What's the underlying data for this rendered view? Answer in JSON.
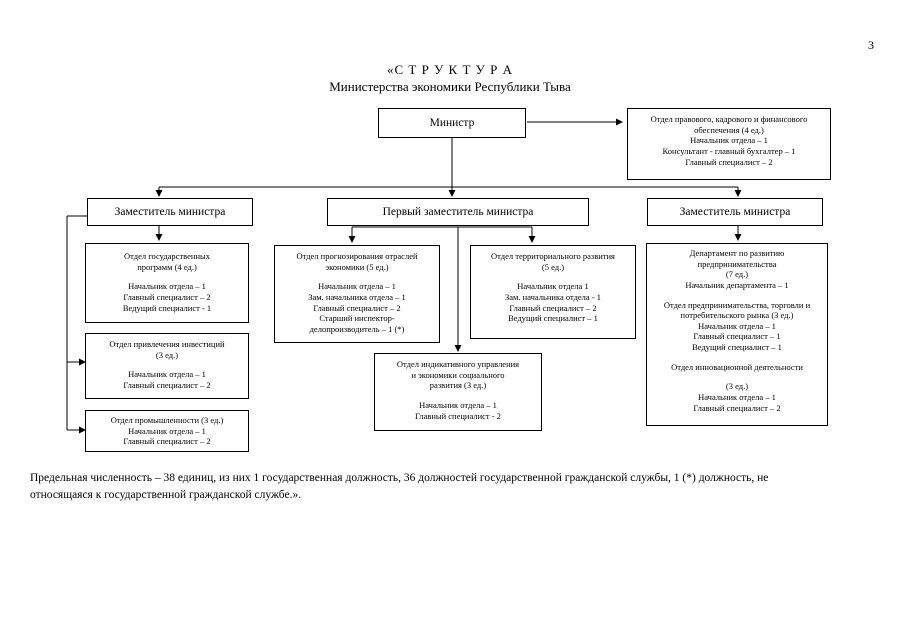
{
  "page_number": "3",
  "title": {
    "line1": "«С Т Р У К Т У Р А",
    "line2": "Министерства экономики Республики Тыва"
  },
  "minister": "Министр",
  "legal_dept": {
    "lines": [
      "Отдел правового, кадрового и  финансового",
      "обеспечения (4 ед.)",
      "Начальник отдела – 1",
      "Консультант - главный бухгалтер – 1",
      "Главный специалист – 2"
    ]
  },
  "deputy_left": "Заместитель министра",
  "first_deputy": "Первый заместитель министра",
  "deputy_right": "Заместитель министра",
  "dept_state_programs": {
    "title": [
      "Отдел государственных",
      "программ (4 ед.)"
    ],
    "staff": [
      "Начальник отдела – 1",
      "Главный специалист – 2",
      "Ведущий специалист - 1"
    ]
  },
  "dept_investment": {
    "title": [
      "Отдел привлечения инвестиций",
      "(3 ед.)"
    ],
    "staff": [
      "Начальник отдела – 1",
      "Главный специалист – 2"
    ]
  },
  "dept_industry": {
    "title": [
      "Отдел промышленности (3 ед.)"
    ],
    "staff": [
      "Начальник отдела – 1",
      "Главный специалист – 2"
    ]
  },
  "dept_forecasting": {
    "title": [
      "Отдел прогнозирования отраслей",
      "экономики (5 ед.)"
    ],
    "staff": [
      "Начальник отдела – 1",
      "Зам. начальника отдела – 1",
      "Главный специалист – 2",
      "Старший инспектор-",
      "делопроизводитель – 1 (*)"
    ]
  },
  "dept_territorial": {
    "title": [
      "Отдел территориального развития",
      "(5 ед.)"
    ],
    "staff": [
      "Начальник отдела    1",
      "Зам. начальника отдела - 1",
      "Главный специалист – 2",
      "Ведущий специалист – 1"
    ]
  },
  "dept_indicative": {
    "title": [
      "Отдел индикативного управления",
      "и экономики социального",
      "развития (3 ед.)"
    ],
    "staff": [
      "Начальник отдела – 1",
      "Главный специалист - 2"
    ]
  },
  "dept_entrepreneurship": {
    "title": [
      "Департамент по развитию",
      "предпринимательства",
      "(7 ед.)"
    ],
    "head": [
      "Начальник департамента – 1"
    ],
    "sub1_title": [
      "Отдел предпринимательства, торговли и",
      "потребительского рынка (3 ед.)"
    ],
    "sub1_staff": [
      "Начальник отдела – 1",
      "Главный специалист – 1",
      "Ведущий специалист – 1"
    ],
    "sub2_title": [
      "Отдел инновационной деятельности"
    ],
    "sub2_count": [
      "(3 ед.)"
    ],
    "sub2_staff": [
      "Начальник отдела – 1",
      "Главный специалист – 2"
    ]
  },
  "footer": {
    "line1": "Предельная численность – 38 единиц, из них 1 государственная должность, 36 должностей государственной гражданской службы, 1 (*) должность, не",
    "line2": "относящаяся к государственной гражданской службе.»."
  }
}
